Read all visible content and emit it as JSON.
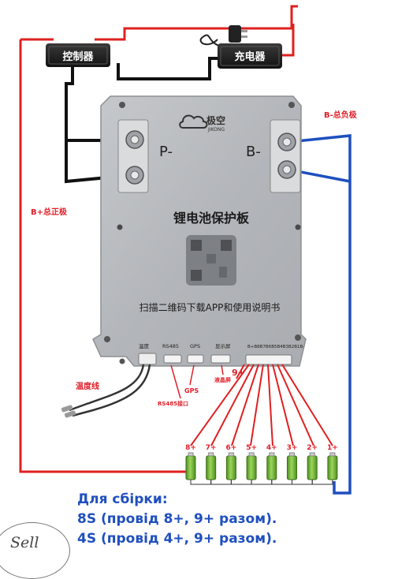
{
  "diagram": {
    "controller_label": "控制器",
    "charger_label": "充电器",
    "brand_name": "极空",
    "brand_sub": "JIKONG",
    "p_minus": "P-",
    "b_minus": "B-",
    "b_minus_total_label": "B-总负极",
    "b_plus_total_label": "B+总正极",
    "board_title": "锂电池保护板",
    "scan_text": "扫描二维码下载APP和使用说明书",
    "port_labels": [
      "温度",
      "RS485",
      "GPS",
      "显示屏",
      "B+B8B7B6B5B4B3B2B1B-"
    ],
    "temp_wire_label": "温度线",
    "gps_label": "GPS",
    "rs485_label": "RS485接口",
    "lcd_label": "液晶屏",
    "nine_plus": "9+",
    "cell_labels": [
      "8+",
      "7+",
      "6+",
      "5+",
      "4+",
      "3+",
      "2+",
      "1+"
    ]
  },
  "colors": {
    "red_wire": "#e02020",
    "blue_wire": "#1f4fbf",
    "black_wire": "#111111",
    "board": "#b9bcc0",
    "label_red": "#e0202a",
    "cell_green": "#7cc242",
    "caption_blue": "#1f4fbf"
  },
  "captions": {
    "line1": "Для сбірки:",
    "line2": "8S  (провід 8+, 9+ разом).",
    "line3": "4S  (провід 4+, 9+ разом)."
  },
  "sticker": {
    "text": "Sell"
  }
}
